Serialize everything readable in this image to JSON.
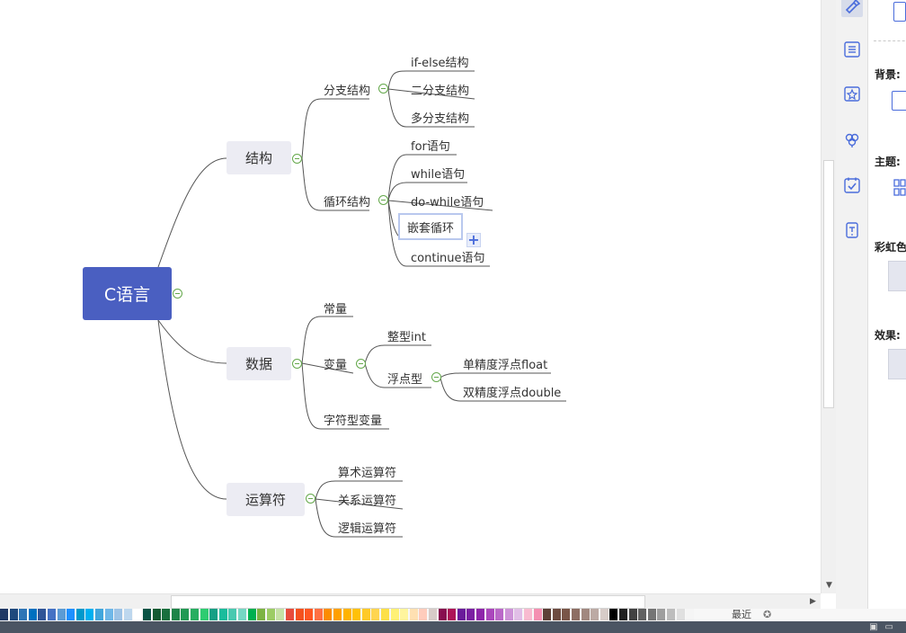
{
  "mindmap": {
    "root": "C语言",
    "branches": [
      {
        "label": "结构",
        "children": [
          {
            "label": "分支结构",
            "children": [
              "if-else结构",
              "二分支结构",
              "多分支结构"
            ]
          },
          {
            "label": "循环结构",
            "children": [
              "for语句",
              "while语句",
              "do-while语句",
              "嵌套循环",
              "continue语句"
            ]
          }
        ]
      },
      {
        "label": "数据",
        "children": [
          {
            "label": "常量"
          },
          {
            "label": "变量",
            "children": [
              "整型int",
              {
                "label": "浮点型",
                "children": [
                  "单精度浮点float",
                  "双精度浮点double"
                ]
              }
            ]
          },
          {
            "label": "字符型变量"
          }
        ]
      },
      {
        "label": "运算符",
        "children": [
          "算术运算符",
          "关系运算符",
          "逻辑运算符"
        ]
      }
    ],
    "selected": "嵌套循环"
  },
  "panel": {
    "background_label": "背景:",
    "theme_label": "主题:",
    "rainbow_label": "彩虹色",
    "effect_label": "效果:"
  },
  "palette": {
    "recent_label": "最近",
    "colors": [
      "#1f3864",
      "#1f497d",
      "#2e75b6",
      "#0070c0",
      "#2f5597",
      "#4472c4",
      "#5b9bd5",
      "#1e90ff",
      "#0099cc",
      "#00b0f0",
      "#41a6dc",
      "#6fb7e8",
      "#9dc3e6",
      "#bdd7ee",
      "#ffffff",
      "#0b5345",
      "#145a32",
      "#196f3d",
      "#1e8449",
      "#229954",
      "#27ae60",
      "#2ecc71",
      "#16a085",
      "#1abc9c",
      "#48c9b0",
      "#76d7c4",
      "#00b050",
      "#7cb342",
      "#9ccc65",
      "#c5e1a5",
      "#e74c3c",
      "#f4511e",
      "#ff5722",
      "#ff7043",
      "#fb8c00",
      "#ffa000",
      "#ffb300",
      "#ffc107",
      "#ffca28",
      "#ffd54f",
      "#fde047",
      "#fff176",
      "#fff59d",
      "#ffe0b2",
      "#ffccbc",
      "#d7ccc8",
      "#880e4f",
      "#ad1457",
      "#6a1b9a",
      "#7b1fa2",
      "#8e24aa",
      "#ab47bc",
      "#ba68c8",
      "#ce93d8",
      "#e1bee7",
      "#f8bbd0",
      "#f48fb1",
      "#5d4037",
      "#6d4c41",
      "#795548",
      "#8d6e63",
      "#a1887f",
      "#bcaaa4",
      "#d7ccc8",
      "#000000",
      "#212121",
      "#424242",
      "#616161",
      "#757575",
      "#9e9e9e",
      "#bdbdbd",
      "#e0e0e0",
      "#f5f5f5"
    ]
  },
  "icons": [
    "format-brush-icon",
    "outline-list-icon",
    "marker-icon",
    "clipart-icon",
    "task-icon",
    "presentation-icon"
  ]
}
